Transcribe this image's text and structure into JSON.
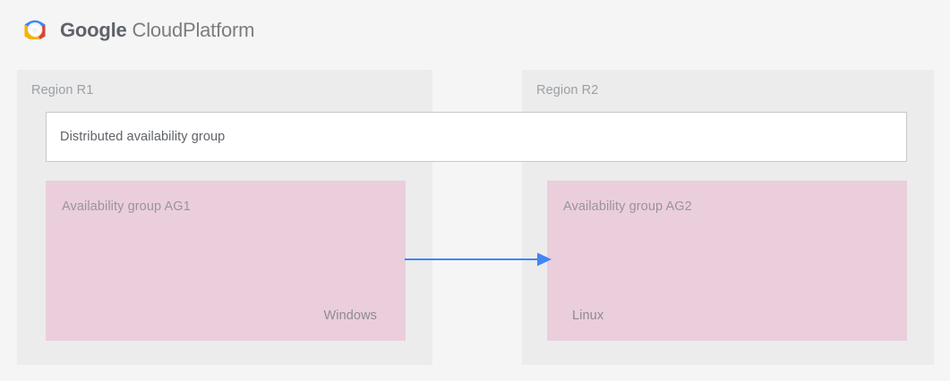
{
  "header": {
    "logo_icon": "google-cloud-platform-hexagon-logo",
    "brand_word_1": "Google",
    "brand_word_2": "Cloud",
    "brand_word_3": "Platform",
    "brand_full": "Google Cloud Platform"
  },
  "diagram": {
    "regions": [
      {
        "id": "r1",
        "label": "Region R1"
      },
      {
        "id": "r2",
        "label": "Region R2"
      }
    ],
    "distributed_group": {
      "label": "Distributed availability group"
    },
    "availability_groups": [
      {
        "id": "ag1",
        "title": "Availability group AG1",
        "os": "Windows",
        "os_align": "right"
      },
      {
        "id": "ag2",
        "title": "Availability group AG2",
        "os": "Linux",
        "os_align": "left"
      }
    ],
    "connector": {
      "icon": "right-arrow-icon",
      "direction": "left-to-right",
      "from": "Availability group AG1",
      "to": "Availability group AG2"
    }
  },
  "colors": {
    "page_background": "#f5f5f5",
    "region_background": "#ececec",
    "distributed_box_background": "#ffffff",
    "distributed_box_border": "#c8c8c8",
    "availability_group_background": "#eacedc",
    "label_text": "#9aa0a6",
    "body_text": "#5f6368",
    "arrow": "#4285f4",
    "logo_blue": "#4285f4",
    "logo_red": "#db4437",
    "logo_yellow": "#f4b400",
    "logo_green": "#0f9d58"
  }
}
